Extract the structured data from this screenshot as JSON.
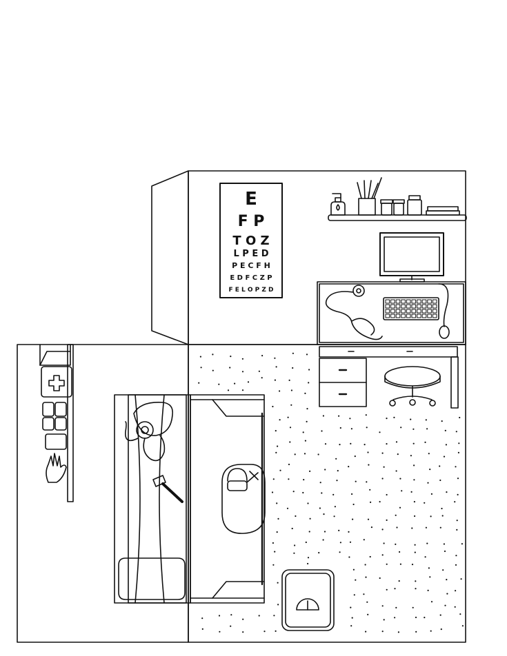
{
  "eye_chart": {
    "rows": [
      "E",
      "F P",
      "T O Z",
      "L P E D",
      "P E C F H",
      "E D F C Z P",
      "F E L O P Z D"
    ]
  },
  "colors": {
    "line": "#111111",
    "background": "#ffffff"
  },
  "icons": [
    "eye-chart-icon",
    "soap-dispenser-icon",
    "pencil-cup-icon",
    "medicine-bottle-icon",
    "monitor-icon",
    "keyboard-icon",
    "mouse-icon",
    "stethoscope-icon",
    "stool-icon",
    "first-aid-box-icon",
    "blood-pressure-monitor-icon",
    "reflex-hammer-icon",
    "pillow-icon",
    "medical-bag-icon",
    "scale-icon",
    "glove-icon"
  ]
}
